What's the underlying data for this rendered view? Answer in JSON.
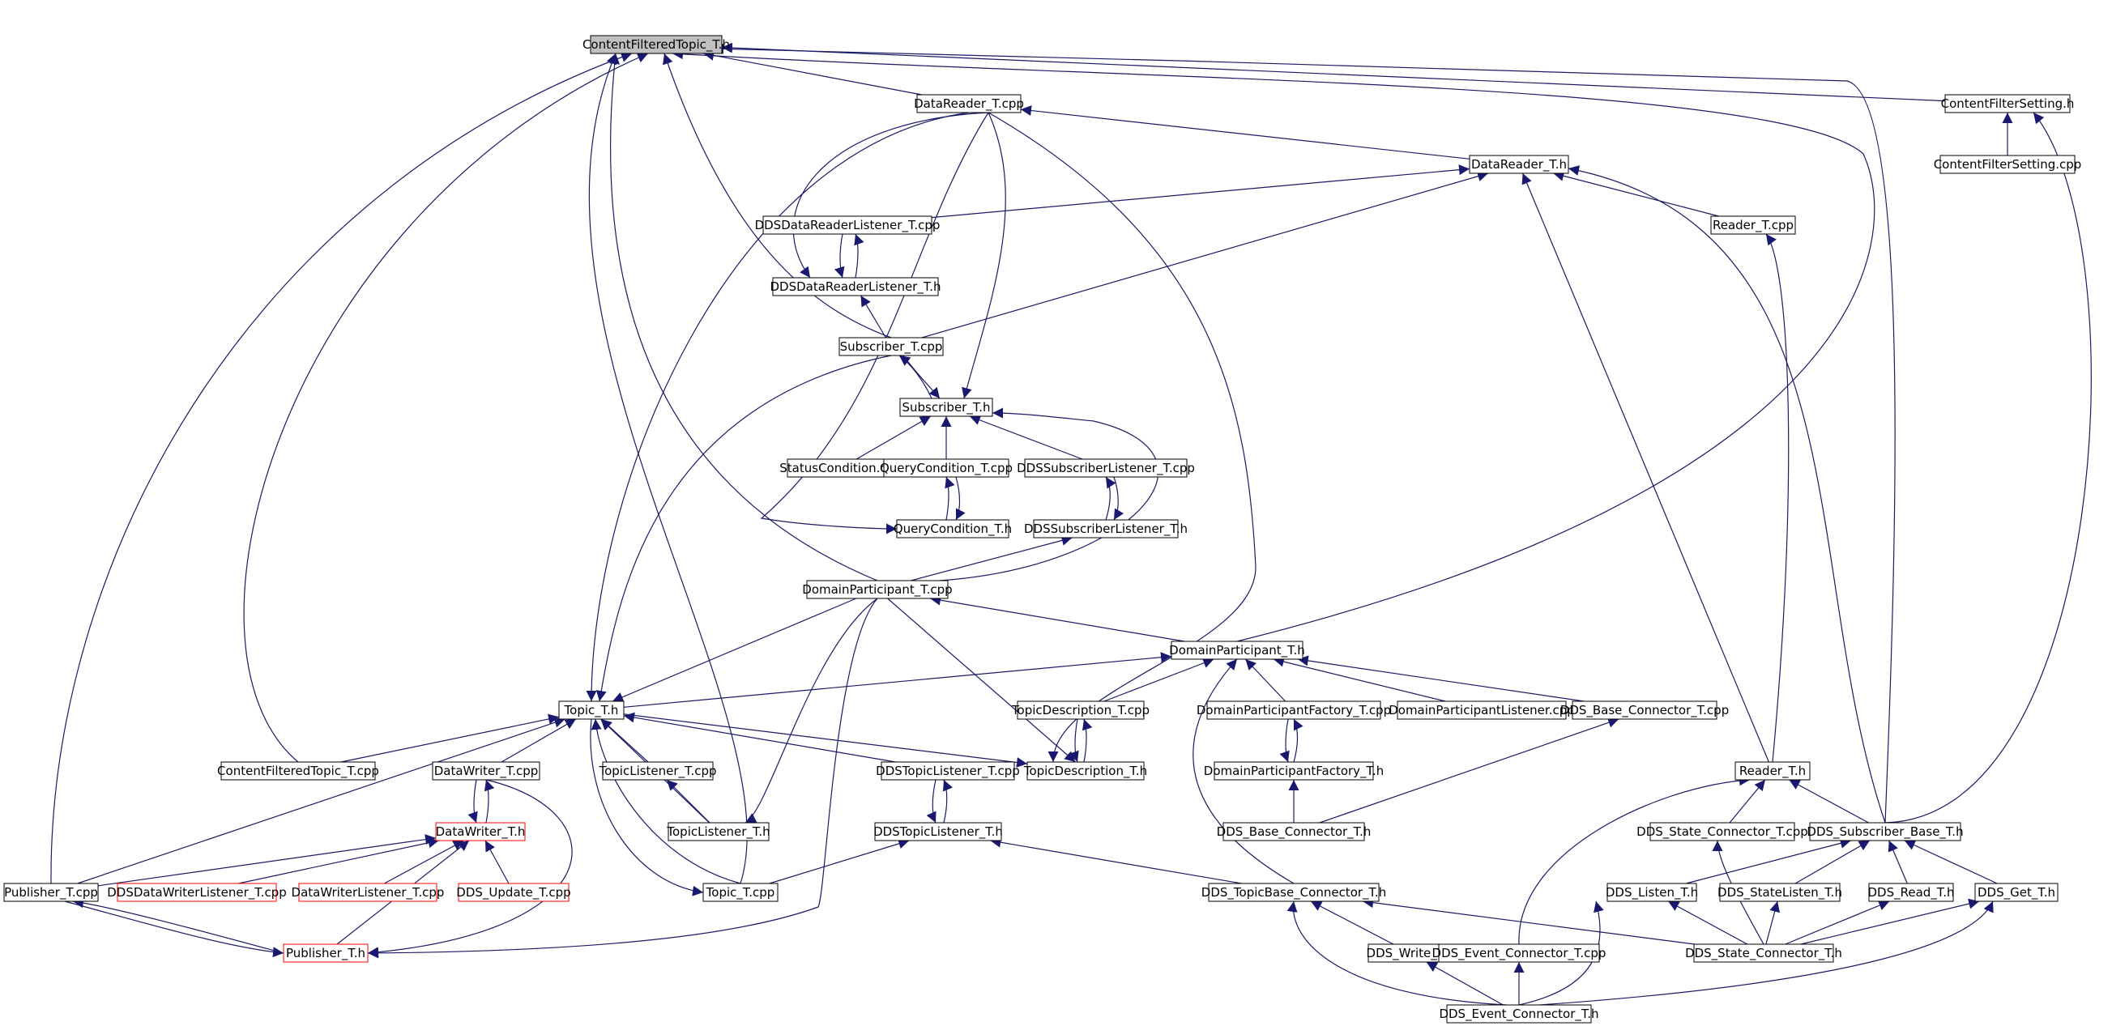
{
  "colors": {
    "edge": "#1a1a66",
    "arrow": "#191970",
    "node_border": "#000000",
    "node_border_truncated": "#ff0000",
    "node_fill": "#ffffff",
    "root_fill": "#c0c0c0"
  },
  "nodes": [
    {
      "id": "cft_h",
      "label": "ContentFilteredTopic_T.h",
      "root": true
    },
    {
      "id": "dr_cpp",
      "label": "DataReader_T.cpp"
    },
    {
      "id": "cfs_h",
      "label": "ContentFilterSetting.h"
    },
    {
      "id": "cfs_cpp",
      "label": "ContentFilterSetting.cpp"
    },
    {
      "id": "dr_h",
      "label": "DataReader_T.h"
    },
    {
      "id": "ddsdrl_cpp",
      "label": "DDSDataReaderListener_T.cpp"
    },
    {
      "id": "reader_cpp",
      "label": "Reader_T.cpp"
    },
    {
      "id": "ddsdrl_h",
      "label": "DDSDataReaderListener_T.h"
    },
    {
      "id": "sub_cpp",
      "label": "Subscriber_T.cpp"
    },
    {
      "id": "sub_h",
      "label": "Subscriber_T.h"
    },
    {
      "id": "statcond",
      "label": "StatusCondition.cpp"
    },
    {
      "id": "qc_cpp",
      "label": "QueryCondition_T.cpp"
    },
    {
      "id": "ddssl_cpp",
      "label": "DDSSubscriberListener_T.cpp"
    },
    {
      "id": "qc_h",
      "label": "QueryCondition_T.h"
    },
    {
      "id": "ddssl_h",
      "label": "DDSSubscriberListener_T.h"
    },
    {
      "id": "dp_cpp",
      "label": "DomainParticipant_T.cpp"
    },
    {
      "id": "dp_h",
      "label": "DomainParticipant_T.h"
    },
    {
      "id": "topic_h",
      "label": "Topic_T.h"
    },
    {
      "id": "td_cpp",
      "label": "TopicDescription_T.cpp"
    },
    {
      "id": "dpf_cpp",
      "label": "DomainParticipantFactory_T.cpp"
    },
    {
      "id": "dpl_cpp",
      "label": "DomainParticipantListener.cpp"
    },
    {
      "id": "dbc_cpp",
      "label": "DDS_Base_Connector_T.cpp"
    },
    {
      "id": "cft_cpp",
      "label": "ContentFilteredTopic_T.cpp"
    },
    {
      "id": "dw_cpp",
      "label": "DataWriter_T.cpp"
    },
    {
      "id": "tl_cpp",
      "label": "TopicListener_T.cpp"
    },
    {
      "id": "ddstl_cpp",
      "label": "DDSTopicListener_T.cpp"
    },
    {
      "id": "td_h",
      "label": "TopicDescription_T.h"
    },
    {
      "id": "dpf_h",
      "label": "DomainParticipantFactory_T.h"
    },
    {
      "id": "reader_h",
      "label": "Reader_T.h"
    },
    {
      "id": "dw_h",
      "label": "DataWriter_T.h",
      "truncated": true
    },
    {
      "id": "tl_h",
      "label": "TopicListener_T.h"
    },
    {
      "id": "ddstl_h",
      "label": "DDSTopicListener_T.h"
    },
    {
      "id": "dbc_h",
      "label": "DDS_Base_Connector_T.h"
    },
    {
      "id": "dsc_cpp",
      "label": "DDS_State_Connector_T.cpp"
    },
    {
      "id": "dsb_h",
      "label": "DDS_Subscriber_Base_T.h"
    },
    {
      "id": "pub_cpp",
      "label": "Publisher_T.cpp"
    },
    {
      "id": "ddsdwl_cpp",
      "label": "DDSDataWriterListener_T.cpp",
      "truncated": true
    },
    {
      "id": "dwl_cpp",
      "label": "DataWriterListener_T.cpp",
      "truncated": true
    },
    {
      "id": "dds_upd",
      "label": "DDS_Update_T.cpp",
      "truncated": true
    },
    {
      "id": "topic_cpp",
      "label": "Topic_T.cpp"
    },
    {
      "id": "dtbc_h",
      "label": "DDS_TopicBase_Connector_T.h"
    },
    {
      "id": "listen_h",
      "label": "DDS_Listen_T.h"
    },
    {
      "id": "statelisten_h",
      "label": "DDS_StateListen_T.h"
    },
    {
      "id": "read_h",
      "label": "DDS_Read_T.h"
    },
    {
      "id": "get_h",
      "label": "DDS_Get_T.h"
    },
    {
      "id": "pub_h",
      "label": "Publisher_T.h",
      "truncated": true
    },
    {
      "id": "write_h",
      "label": "DDS_Write_T.h"
    },
    {
      "id": "dec_cpp",
      "label": "DDS_Event_Connector_T.cpp"
    },
    {
      "id": "dsc_h",
      "label": "DDS_State_Connector_T.h"
    },
    {
      "id": "dec_h",
      "label": "DDS_Event_Connector_T.h"
    }
  ],
  "edges": [
    [
      "dr_cpp",
      "cft_h"
    ],
    [
      "cfs_h",
      "cft_h"
    ],
    [
      "dsb_h",
      "cft_h"
    ],
    [
      "sub_cpp",
      "cft_h"
    ],
    [
      "dp_h",
      "cft_h"
    ],
    [
      "dp_cpp",
      "cft_h"
    ],
    [
      "topic_cpp",
      "cft_h"
    ],
    [
      "cft_cpp",
      "cft_h"
    ],
    [
      "pub_cpp",
      "cft_h"
    ],
    [
      "cfs_cpp",
      "cfs_h"
    ],
    [
      "dsb_h",
      "cfs_h"
    ],
    [
      "dr_h",
      "dr_cpp"
    ],
    [
      "sub_cpp",
      "dr_h"
    ],
    [
      "ddsdrl_cpp",
      "dr_h"
    ],
    [
      "reader_cpp",
      "dr_h"
    ],
    [
      "reader_h",
      "dr_h"
    ],
    [
      "dsb_h",
      "dr_h"
    ],
    [
      "dr_cpp",
      "ddsdrl_h"
    ],
    [
      "ddsdrl_cpp",
      "ddsdrl_h"
    ],
    [
      "ddsdrl_h",
      "ddsdrl_cpp"
    ],
    [
      "sub_cpp",
      "ddsdrl_h"
    ],
    [
      "reader_h",
      "reader_cpp"
    ],
    [
      "dr_cpp",
      "sub_h"
    ],
    [
      "sub_cpp",
      "sub_h"
    ],
    [
      "sub_h",
      "sub_cpp"
    ],
    [
      "statcond",
      "sub_h"
    ],
    [
      "qc_cpp",
      "sub_h"
    ],
    [
      "ddssl_cpp",
      "sub_h"
    ],
    [
      "dp_cpp",
      "sub_h"
    ],
    [
      "dr_cpp",
      "qc_h"
    ],
    [
      "qc_cpp",
      "qc_h"
    ],
    [
      "qc_h",
      "qc_cpp"
    ],
    [
      "ddssl_cpp",
      "ddssl_h"
    ],
    [
      "ddssl_h",
      "ddssl_cpp"
    ],
    [
      "dp_cpp",
      "ddssl_h"
    ],
    [
      "dp_h",
      "dp_cpp"
    ],
    [
      "dpf_cpp",
      "dp_h"
    ],
    [
      "dpl_cpp",
      "dp_h"
    ],
    [
      "dbc_cpp",
      "dp_h"
    ],
    [
      "td_cpp",
      "dp_h"
    ],
    [
      "dtbc_h",
      "dp_h"
    ],
    [
      "topic_h",
      "dp_h"
    ],
    [
      "dr_cpp",
      "topic_h"
    ],
    [
      "sub_cpp",
      "topic_h"
    ],
    [
      "dp_cpp",
      "topic_h"
    ],
    [
      "cft_cpp",
      "topic_h"
    ],
    [
      "dw_cpp",
      "topic_h"
    ],
    [
      "tl_cpp",
      "topic_h"
    ],
    [
      "ddstl_cpp",
      "topic_h"
    ],
    [
      "pub_cpp",
      "topic_h"
    ],
    [
      "topic_cpp",
      "topic_h"
    ],
    [
      "topic_h",
      "topic_cpp"
    ],
    [
      "tl_h",
      "topic_h"
    ],
    [
      "td_cpp",
      "td_h"
    ],
    [
      "td_h",
      "td_cpp"
    ],
    [
      "dr_cpp",
      "td_h"
    ],
    [
      "dp_cpp",
      "td_h"
    ],
    [
      "topic_h",
      "td_h"
    ],
    [
      "dpf_cpp",
      "dpf_h"
    ],
    [
      "dpf_h",
      "dpf_cpp"
    ],
    [
      "dbc_h",
      "dpf_h"
    ],
    [
      "dbc_h",
      "dbc_cpp"
    ],
    [
      "dw_cpp",
      "dw_h"
    ],
    [
      "dw_h",
      "dw_cpp"
    ],
    [
      "pub_cpp",
      "dw_h"
    ],
    [
      "ddsdwl_cpp",
      "dw_h"
    ],
    [
      "dwl_cpp",
      "dw_h"
    ],
    [
      "dds_upd",
      "dw_h"
    ],
    [
      "pub_h",
      "dw_h"
    ],
    [
      "tl_h",
      "tl_cpp"
    ],
    [
      "dp_cpp",
      "tl_h"
    ],
    [
      "ddstl_cpp",
      "ddstl_h"
    ],
    [
      "ddstl_h",
      "ddstl_cpp"
    ],
    [
      "topic_cpp",
      "ddstl_h"
    ],
    [
      "dtbc_h",
      "ddstl_h"
    ],
    [
      "pub_cpp",
      "pub_h"
    ],
    [
      "pub_h",
      "pub_cpp"
    ],
    [
      "dw_cpp",
      "pub_h"
    ],
    [
      "dp_cpp",
      "pub_h"
    ],
    [
      "dsc_cpp",
      "reader_h"
    ],
    [
      "dsb_h",
      "reader_h"
    ],
    [
      "dec_cpp",
      "reader_h"
    ],
    [
      "dsc_h",
      "dsc_cpp"
    ],
    [
      "listen_h",
      "dsb_h"
    ],
    [
      "statelisten_h",
      "dsb_h"
    ],
    [
      "read_h",
      "dsb_h"
    ],
    [
      "get_h",
      "dsb_h"
    ],
    [
      "write_h",
      "dtbc_h"
    ],
    [
      "dsc_h",
      "dtbc_h"
    ],
    [
      "dec_h",
      "dtbc_h"
    ],
    [
      "dsc_h",
      "listen_h"
    ],
    [
      "dec_h",
      "listen_h"
    ],
    [
      "dsc_h",
      "statelisten_h"
    ],
    [
      "dsc_h",
      "read_h"
    ],
    [
      "dsc_h",
      "get_h"
    ],
    [
      "dec_h",
      "get_h"
    ],
    [
      "dec_h",
      "write_h"
    ],
    [
      "dec_h",
      "dec_cpp"
    ]
  ]
}
